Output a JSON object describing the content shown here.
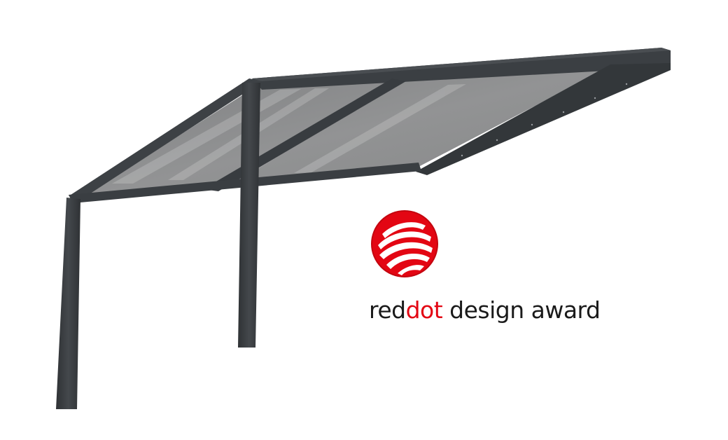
{
  "colors": {
    "frame": "#3b3f43",
    "frame_dark": "#2a2d30",
    "canopy": "#8a8b8c",
    "reddot_red": "#e30613",
    "text": "#1a1a1a",
    "background": "#ffffff"
  },
  "award": {
    "logo_icon": "reddot-sphere-logo",
    "word_red": "red",
    "word_dot": "dot",
    "word_rest": " design award"
  }
}
